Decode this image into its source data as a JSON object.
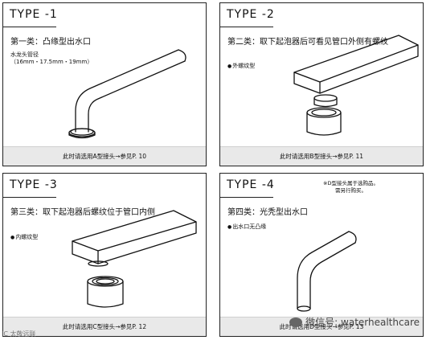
{
  "panels": [
    {
      "type_label": "TYPE -1",
      "heading": "第一类：凸缘型出水口",
      "note_lines": [
        "水龙头管径",
        "（16mm・17.5mm・19mm）"
      ],
      "footer": "此时请选用A型接头→参见P. 10"
    },
    {
      "type_label": "TYPE -2",
      "heading": "第二类：取下起泡器后可看见管口外侧有螺纹",
      "note": "外螺纹型",
      "footer": "此时请选用B型接头→参见P. 11"
    },
    {
      "type_label": "TYPE -3",
      "heading": "第三类：取下起泡器后螺纹位于管口内侧",
      "note": "内螺纹型",
      "footer": "此时请选用C型接头→参见P. 12"
    },
    {
      "type_label": "TYPE -4",
      "heading": "第四类：光秃型出水口",
      "note": "出水口无凸缘",
      "side_note_lines": [
        "※D型接头属于选购品。",
        "需另行购买。"
      ],
      "footer": "此时请选用D型接头→参见P. 13"
    }
  ],
  "watermarks": {
    "left": "IC 太敬远联",
    "right": "微信号: waterhealthcare"
  }
}
